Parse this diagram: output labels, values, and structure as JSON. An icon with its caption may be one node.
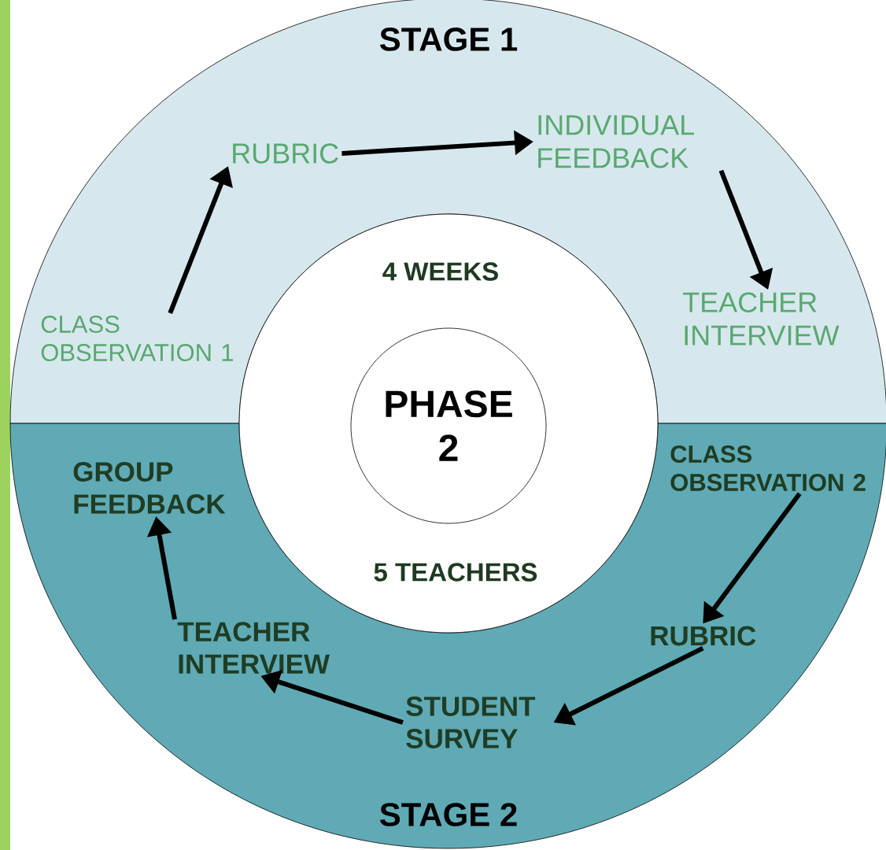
{
  "diagram": {
    "nodes": [
      {
        "text": [
          "STAGE 1"
        ]
      },
      {
        "text": [
          "RUBRIC"
        ],
        "in": 0
      },
      {
        "text": [
          "INDIVIDUAL FEEDBACK"
        ],
        "in": 0
      },
      {
        "text": [
          "TEACHER INTERVIEW"
        ],
        "in": 0
      },
      {
        "text": [
          "CLASS OBSERVATION 1"
        ],
        "in": 0
      },
      {
        "text": [
          "STAGE 2"
        ]
      },
      {
        "text": [
          "CLASS OBSERVATION 2"
        ],
        "in": 5
      },
      {
        "text": [
          "RUBRIC"
        ],
        "in": 5
      },
      {
        "text": [
          "STUDENT SURVEY"
        ],
        "in": 5
      },
      {
        "text": [
          "TEACHER INTERVIEW"
        ],
        "in": 5
      },
      {
        "text": [
          "GROUP FEEDBACK"
        ],
        "in": 5
      },
      {
        "text": [
          "4 WEEKS",
          "5 TEACHERS"
        ]
      },
      {
        "text": [
          "PHASE 2"
        ],
        "in": 11
      }
    ],
    "edges": [
      {
        "from": 4,
        "to": 1,
        "arrow": "to"
      },
      {
        "from": 1,
        "to": 2,
        "arrow": "to"
      },
      {
        "from": 2,
        "to": 3,
        "arrow": "to"
      },
      {
        "from": 6,
        "to": 7,
        "arrow": "to"
      },
      {
        "from": 7,
        "to": 8,
        "arrow": "to"
      },
      {
        "from": 8,
        "to": 9,
        "arrow": "to"
      },
      {
        "from": 9,
        "to": 10,
        "arrow": "to"
      }
    ]
  }
}
